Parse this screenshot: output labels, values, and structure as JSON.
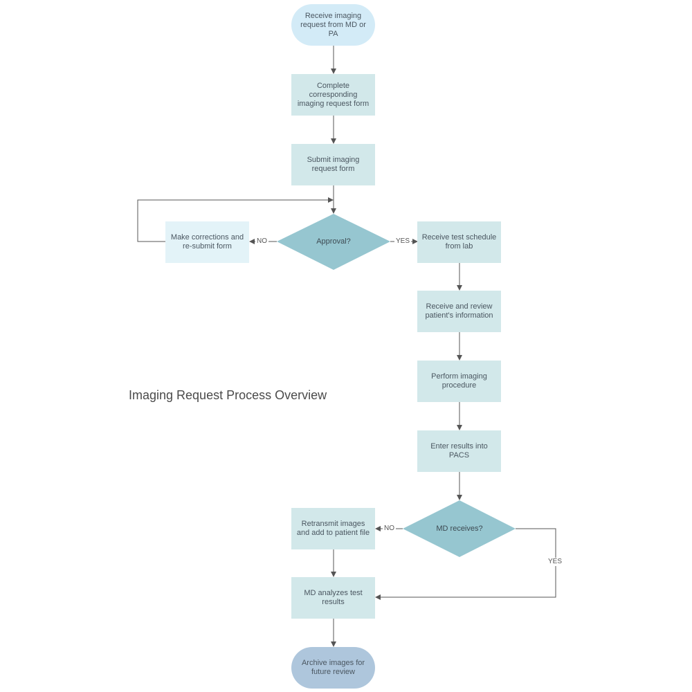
{
  "title": "Imaging Request Process Overview",
  "colors": {
    "start_fill": "#d3ebf7",
    "process_fill": "#d2e8ea",
    "correction_fill": "#e3f3f8",
    "decision_fill": "#96c6d0",
    "end_fill": "#aec6dc",
    "line": "#555555"
  },
  "nodes": {
    "receive_request": "Receive imaging request from MD or PA",
    "complete_form": "Complete corresponding imaging request form",
    "submit_form": "Submit imaging request form",
    "approval": "Approval?",
    "make_corrections": "Make corrections and re-submit form",
    "receive_schedule": "Receive test schedule from lab",
    "review_info": "Receive and review patient's information",
    "perform_procedure": "Perform imaging procedure",
    "enter_results": "Enter results into PACS",
    "md_receives": "MD receives?",
    "retransmit": "Retransmit images and add to patient file",
    "md_analyzes": "MD analyzes test results",
    "archive": "Archive images for future review"
  },
  "edge_labels": {
    "approval_no": "NO",
    "approval_yes": "YES",
    "md_no": "NO",
    "md_yes": "YES"
  }
}
